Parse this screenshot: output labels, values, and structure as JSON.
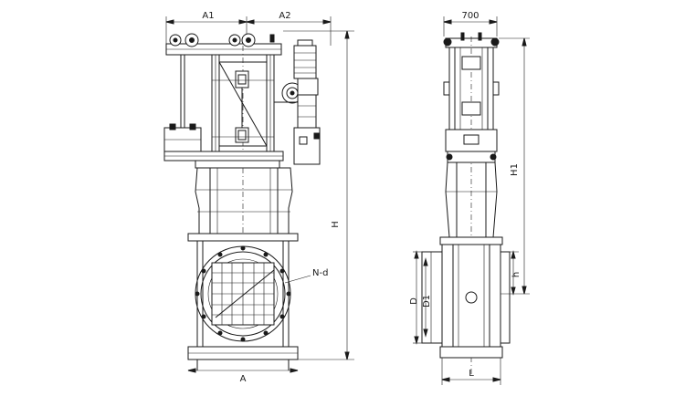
{
  "labels": {
    "a1": "A1",
    "a2": "A2",
    "a": "A",
    "h": "H",
    "nd": "N-d",
    "width700": "700",
    "h1": "H1",
    "h_small": "h",
    "d": "D",
    "d1": "D1",
    "l": "L"
  }
}
